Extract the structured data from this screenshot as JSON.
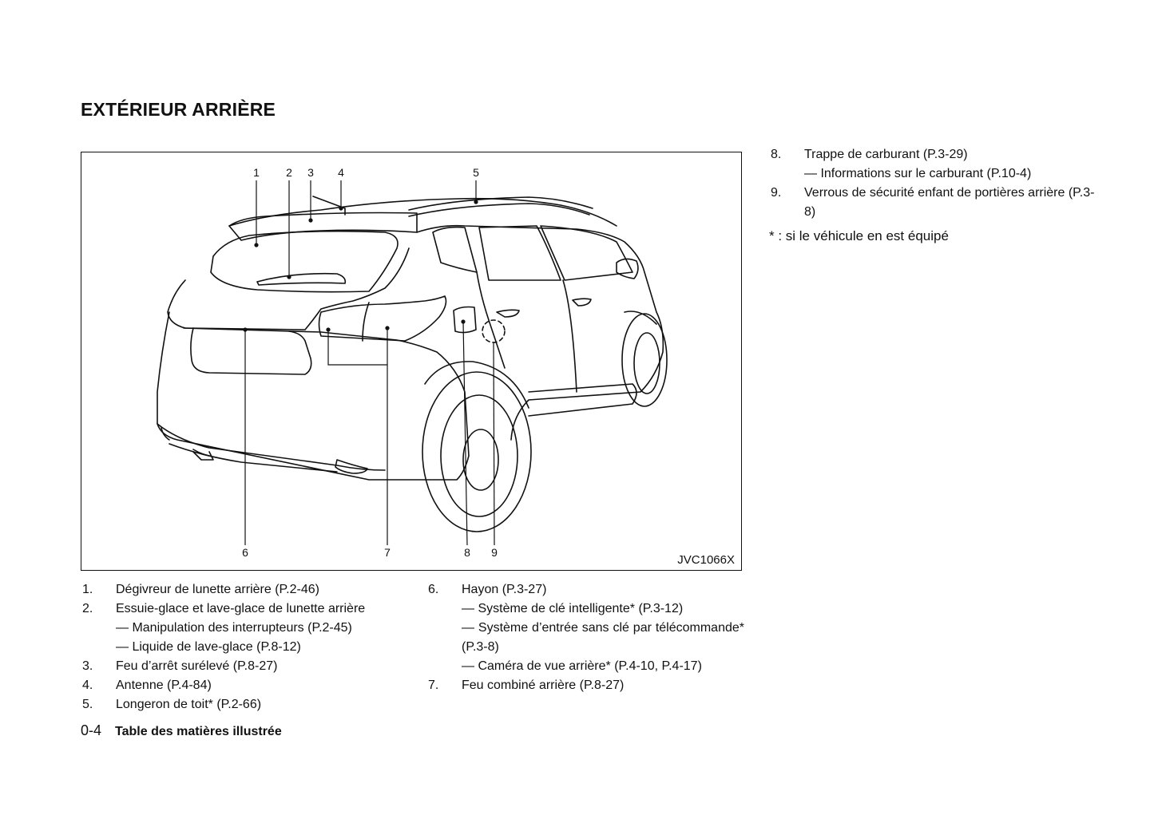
{
  "page": {
    "title": "EXTÉRIEUR ARRIÈRE",
    "page_number": "0-4",
    "section_title": "Table des matières illustrée"
  },
  "figure": {
    "code": "JVC1066X",
    "callouts": [
      "1",
      "2",
      "3",
      "4",
      "5",
      "6",
      "7",
      "8",
      "9"
    ]
  },
  "items": {
    "i1": {
      "num": "1.",
      "text": "Dégivreur de lunette arrière (P.2-46)"
    },
    "i2": {
      "num": "2.",
      "text": "Essuie-glace et lave-glace de lunette arrière",
      "subs": [
        "— Manipulation des interrupteurs (P.2-45)",
        "— Liquide de lave-glace (P.8-12)"
      ]
    },
    "i3": {
      "num": "3.",
      "text": "Feu d’arrêt surélevé (P.8-27)"
    },
    "i4": {
      "num": "4.",
      "text": "Antenne (P.4-84)"
    },
    "i5": {
      "num": "5.",
      "text": "Longeron de toit* (P.2-66)"
    },
    "i6": {
      "num": "6.",
      "text": "Hayon (P.3-27)",
      "subs": [
        "— Système de clé intelligente* (P.3-12)",
        "— Système d’entrée sans clé par télécommande* (P.3-8)",
        "— Caméra de vue arrière* (P.4-10, P.4-17)"
      ]
    },
    "i7": {
      "num": "7.",
      "text": "Feu combiné arrière (P.8-27)"
    },
    "i8": {
      "num": "8.",
      "text": "Trappe de carburant (P.3-29)",
      "subs": [
        "— Informations sur le carburant (P.10-4)"
      ]
    },
    "i9": {
      "num": "9.",
      "text": "Verrous de sécurité enfant de portières arrière (P.3-8)"
    }
  },
  "note": "* : si le véhicule en est équipé"
}
